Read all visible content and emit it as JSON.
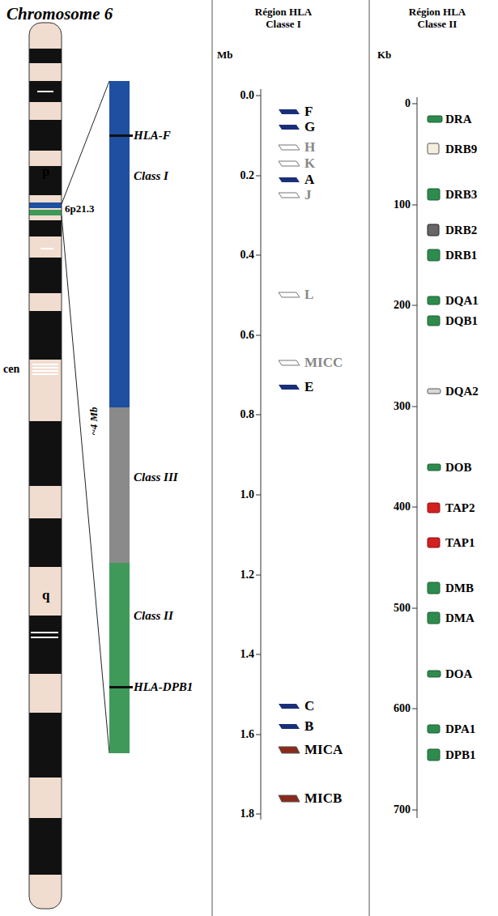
{
  "diagram": {
    "title": "Chromosome 6",
    "nodes": [
      {
        "text": [
          "HLA-F",
          "Class I"
        ]
      },
      {
        "text": [
          "Class III"
        ]
      },
      {
        "text": [
          "Class II",
          "HLA-DPB1"
        ]
      }
    ],
    "labels": [
      "p",
      "6p21.3",
      "cen",
      "q",
      "~4 Mb",
      "Région HLA Classe I",
      "Mb",
      "0.0",
      "0.2",
      "0.4",
      "0.6",
      "0.8",
      "1.0",
      "1.2",
      "1.4",
      "1.6",
      "1.8",
      "F",
      "G",
      "H",
      "K",
      "A",
      "J",
      "L",
      "MICC",
      "E",
      "C",
      "B",
      "MICA",
      "MICB",
      "Région HLA Classe II",
      "Kb",
      "0",
      "100",
      "200",
      "300",
      "400",
      "500",
      "600",
      "700",
      "DRA",
      "DRB9",
      "DRB3",
      "DRB2",
      "DRB1",
      "DQA1",
      "DQB1",
      "DQA2",
      "DOB",
      "TAP2",
      "TAP1",
      "DMB",
      "DMA",
      "DOA",
      "DPA1",
      "DPB1"
    ]
  }
}
